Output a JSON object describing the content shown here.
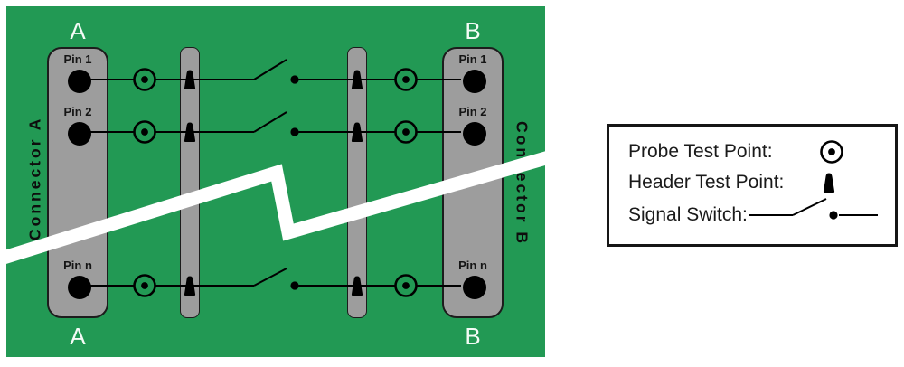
{
  "board": {
    "connector_a": {
      "corner_label": "A",
      "side_label": "Connector A",
      "pins": [
        "Pin 1",
        "Pin 2",
        "Pin n"
      ]
    },
    "connector_b": {
      "corner_label": "B",
      "side_label": "Connector B",
      "pins": [
        "Pin 1",
        "Pin 2",
        "Pin n"
      ]
    }
  },
  "legend": {
    "items": [
      {
        "label": "Probe Test Point:",
        "icon": "probe-test-point-icon"
      },
      {
        "label": "Header Test Point:",
        "icon": "header-test-point-icon"
      },
      {
        "label": "Signal Switch:",
        "icon": "signal-switch-icon"
      }
    ]
  },
  "colors": {
    "board_green": "#229954",
    "connector_gray": "#9D9D9D",
    "trace_black": "#000000",
    "break_band_white": "#FFFFFF",
    "corner_label_white": "#F4FBF6"
  }
}
